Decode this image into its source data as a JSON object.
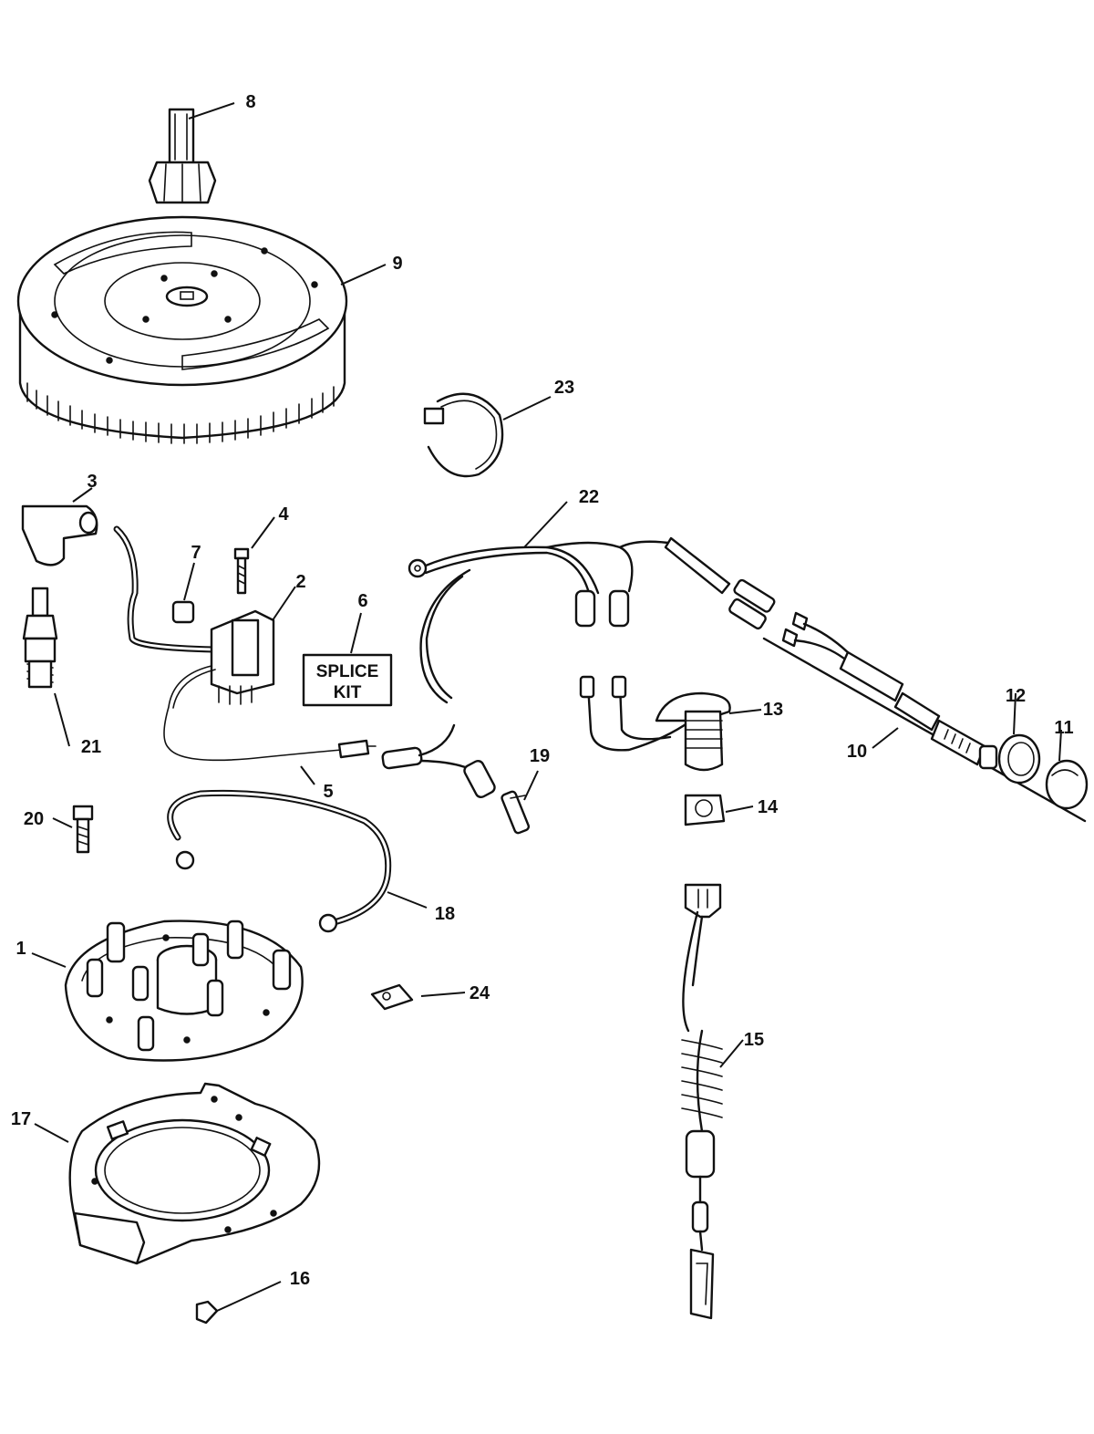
{
  "splice_kit": {
    "line1": "SPLICE",
    "line2": "KIT"
  },
  "callouts": {
    "c1": "1",
    "c2": "2",
    "c3": "3",
    "c4": "4",
    "c5": "5",
    "c6": "6",
    "c7": "7",
    "c8": "8",
    "c9": "9",
    "c10": "10",
    "c11": "11",
    "c12": "12",
    "c13": "13",
    "c14": "14",
    "c15": "15",
    "c16": "16",
    "c17": "17",
    "c18": "18",
    "c19": "19",
    "c20": "20",
    "c21": "21",
    "c22": "22",
    "c23": "23",
    "c24": "24"
  }
}
